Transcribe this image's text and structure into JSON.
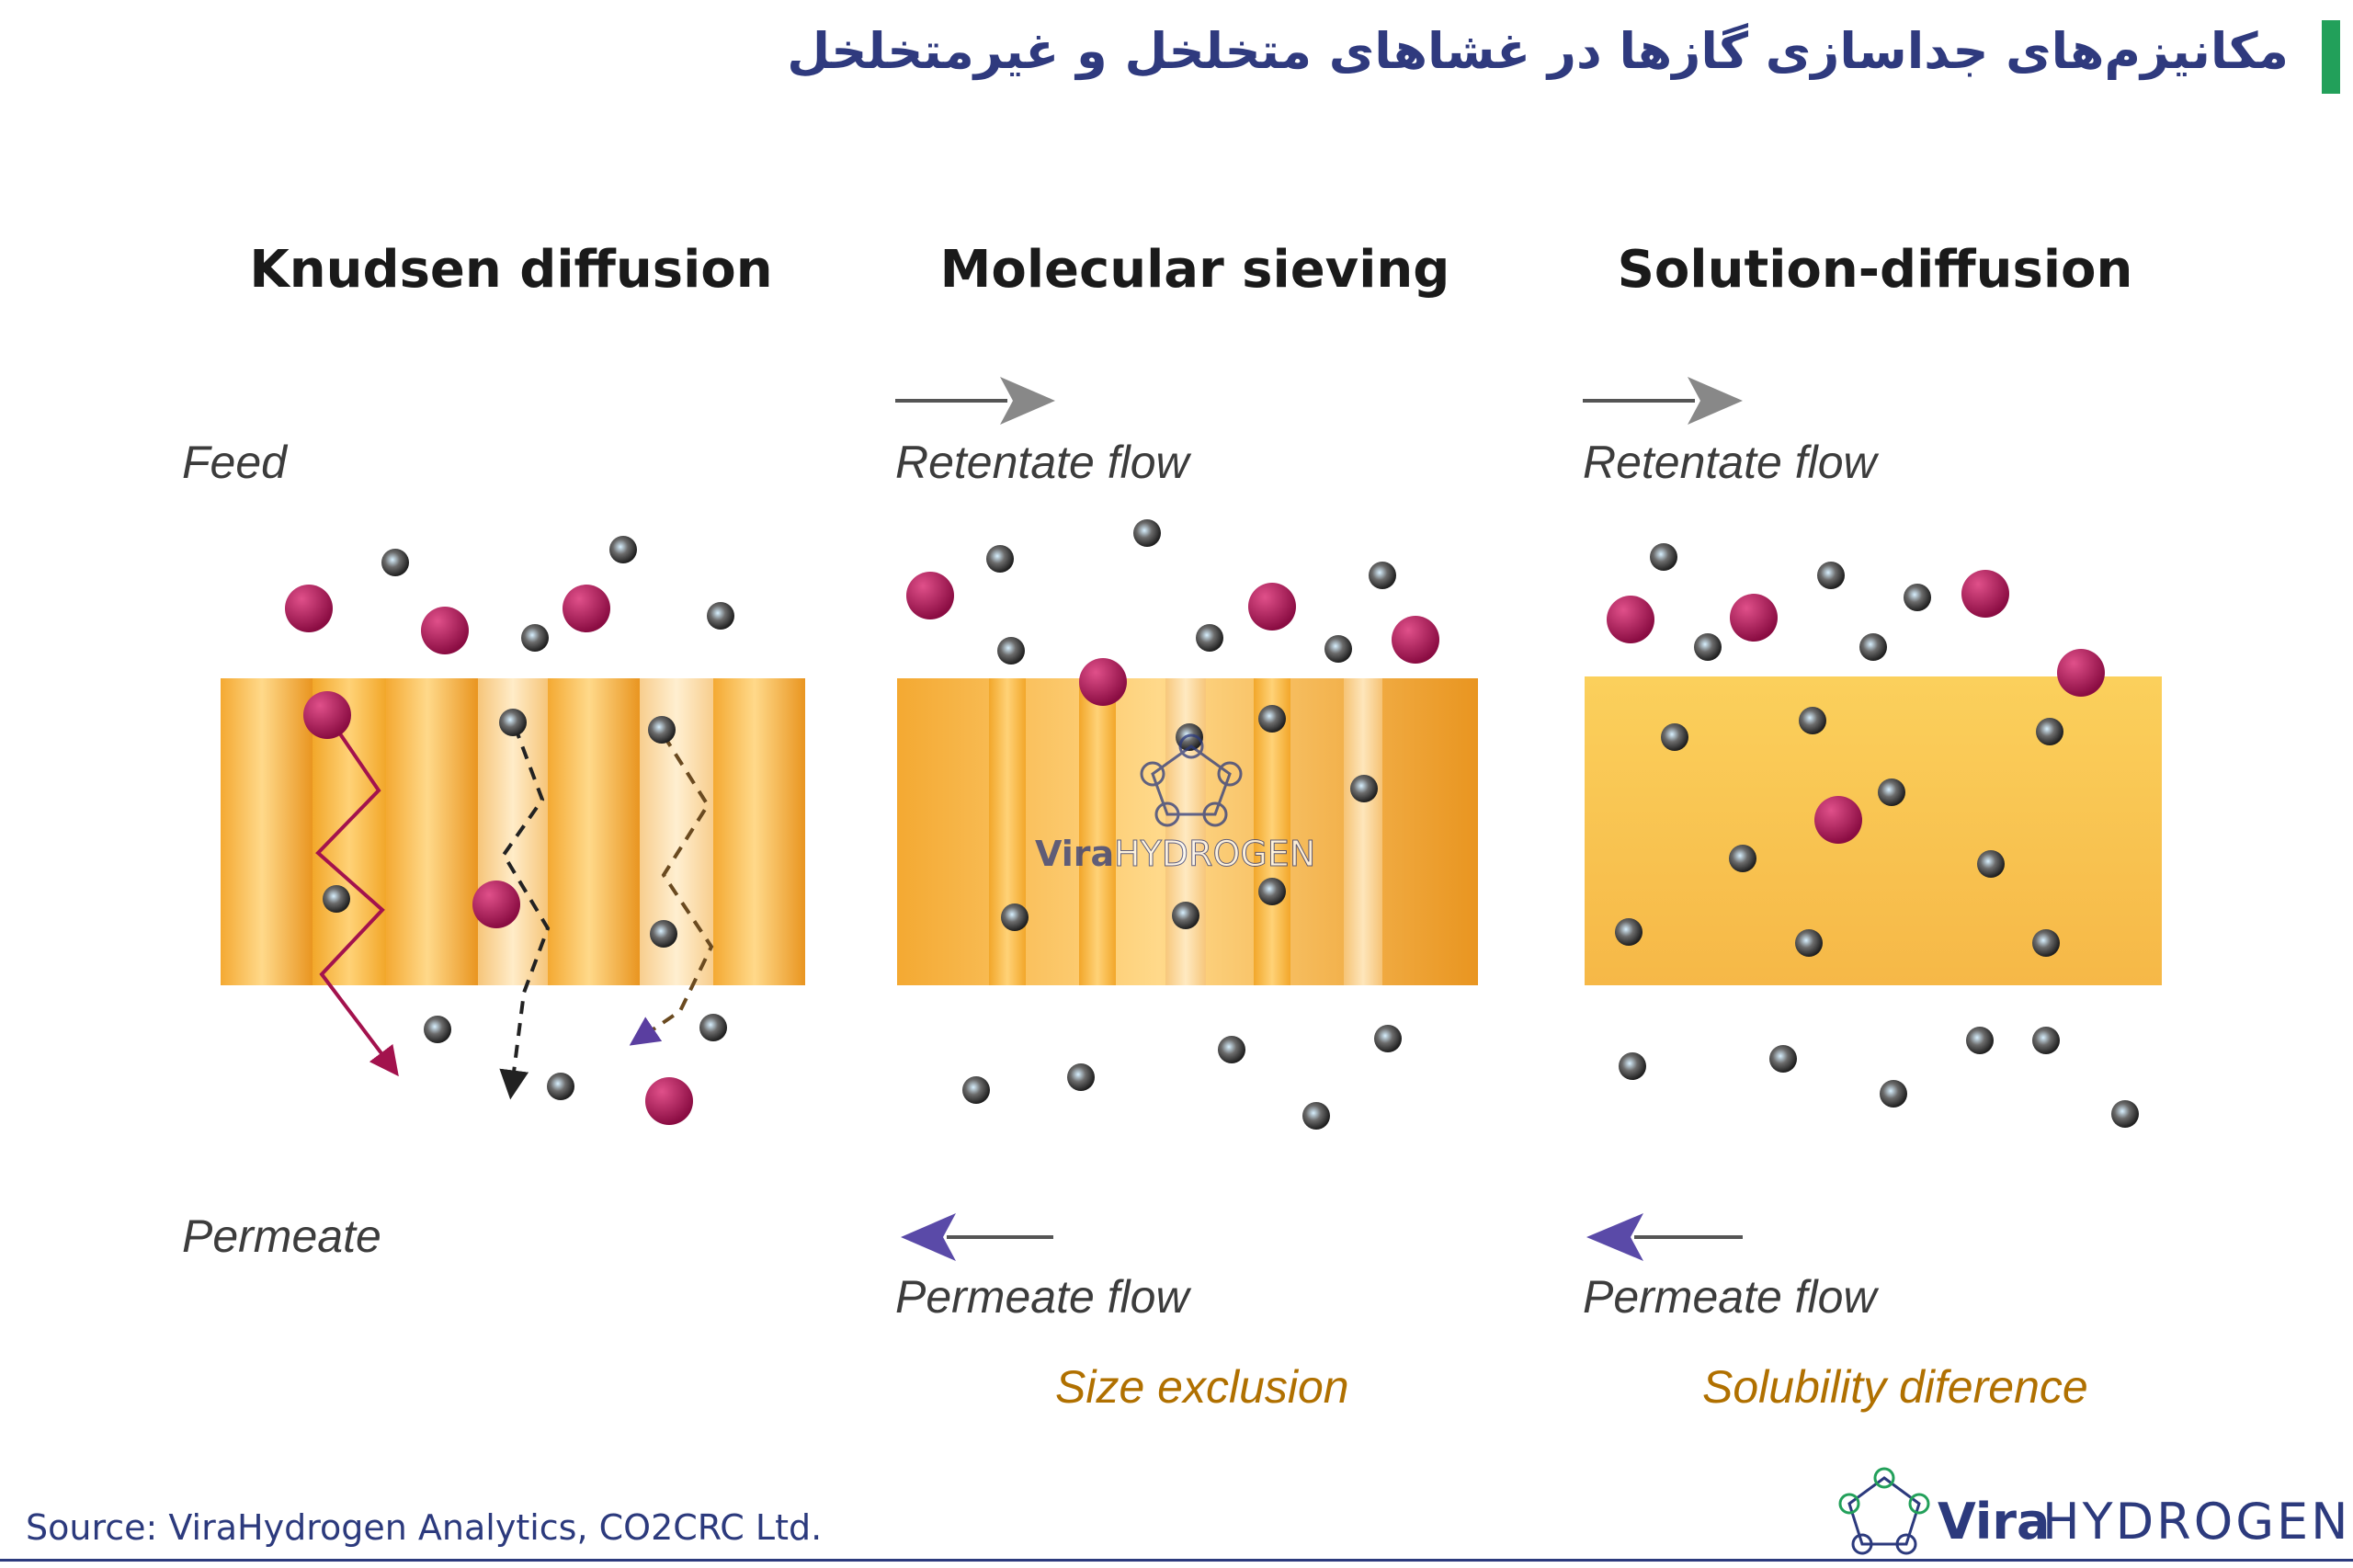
{
  "header": {
    "title": "مکانیزم‌های جداسازی گازها در غشاهای متخلخل و غیرمتخلخل",
    "accent_color": "#22a05a",
    "title_color": "#2f3a7e"
  },
  "diagram": {
    "panels": [
      {
        "title": "Knudsen diffusion",
        "top_label": "Feed",
        "bottom_label": "Permeate"
      },
      {
        "title": "Molecular sieving",
        "top_label": "Retentate flow",
        "bottom_label": "Permeate flow",
        "mechanism": "Size exclusion"
      },
      {
        "title": "Solution-diffusion",
        "top_label": "Retentate flow",
        "bottom_label": "Permeate flow",
        "mechanism": "Solubility diference"
      }
    ],
    "colors": {
      "membrane": "#f0a830",
      "large_molecule": "#a0104e",
      "small_molecule": "#2e2e2e",
      "mechanism_text": "#b07000"
    }
  },
  "watermark": {
    "vira": "Vira",
    "hydrogen": "HYDROGEN"
  },
  "footer": {
    "source": "Source: ViraHydrogen Analytics, CO2CRC Ltd.",
    "brand_vira": "Vira",
    "brand_hydrogen": "HYDROGEN"
  }
}
